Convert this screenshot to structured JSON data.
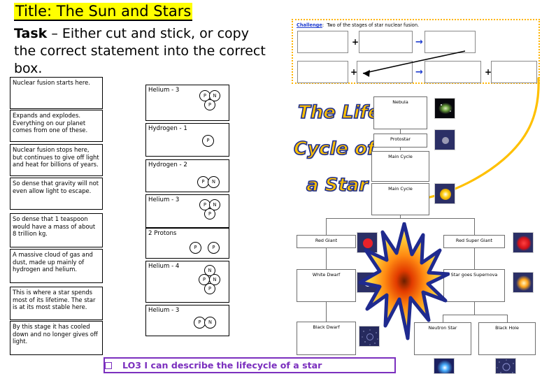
{
  "title": "Title: The Sun and Stars",
  "task": {
    "bold_word": "Task",
    "rest": " – Either cut and stick, or copy the correct statement into the correct box."
  },
  "statements": [
    "Nuclear fusion starts here.",
    "Expands and explodes. Everything on our planet comes from one of these.",
    "Nuclear fusion stops here, but continues to give off light and heat for billions of years.",
    "So dense that gravity will not even allow light to escape.",
    "So dense that 1 teaspoon would have a mass of about 8 trillion kg.",
    "A massive cloud of gas and dust, made up mainly of hydrogen and helium.",
    "This is where a star spends most of its lifetime. The star is at its most stable here.",
    "By this stage it has cooled down and no longer gives off light."
  ],
  "atoms": [
    {
      "label": "Helium - 3",
      "particles": [
        "P",
        "N",
        "P"
      ]
    },
    {
      "label": "Hydrogen - 1",
      "particles": [
        "P"
      ]
    },
    {
      "label": "Hydrogen - 2",
      "particles": [
        "P",
        "N"
      ]
    },
    {
      "label": "Helium - 3",
      "particles": [
        "P",
        "N",
        "P"
      ]
    },
    {
      "label": "2 Protons",
      "particles": [
        "P",
        "P"
      ]
    },
    {
      "label": "Helium - 4",
      "particles": [
        "N",
        "P",
        "N",
        "P"
      ]
    },
    {
      "label": "Helium - 3",
      "particles": [
        "P",
        "N"
      ]
    }
  ],
  "challenge": {
    "label": "Challenge",
    "colon": ":",
    "prompt": "Two of the stages of star nuclear fusion.",
    "plus": "+",
    "arrow": "→",
    "border_color": "#ffb400"
  },
  "wordart": {
    "line1": "The Life",
    "line2": "Cycle of",
    "line3": "a Star",
    "fill": "#ffc000",
    "outline": "#1f2f8f"
  },
  "flowchart": {
    "nebula": "Nebula",
    "protostar": "Protostar",
    "main_cycle_1": "Main Cycle",
    "main_cycle_2": "Main Cycle",
    "red_giant": "Red Giant",
    "white_dwarf": "White Dwarf",
    "black_dwarf": "Black Dwarf",
    "red_super_giant": "Red Super Giant",
    "supernova": "Star goes Supernova",
    "neutron_star": "Neutron Star",
    "black_hole": "Black Hole"
  },
  "footer": {
    "text": "LO3 I can describe the lifecycle of a star",
    "color": "#7b2fbe"
  }
}
